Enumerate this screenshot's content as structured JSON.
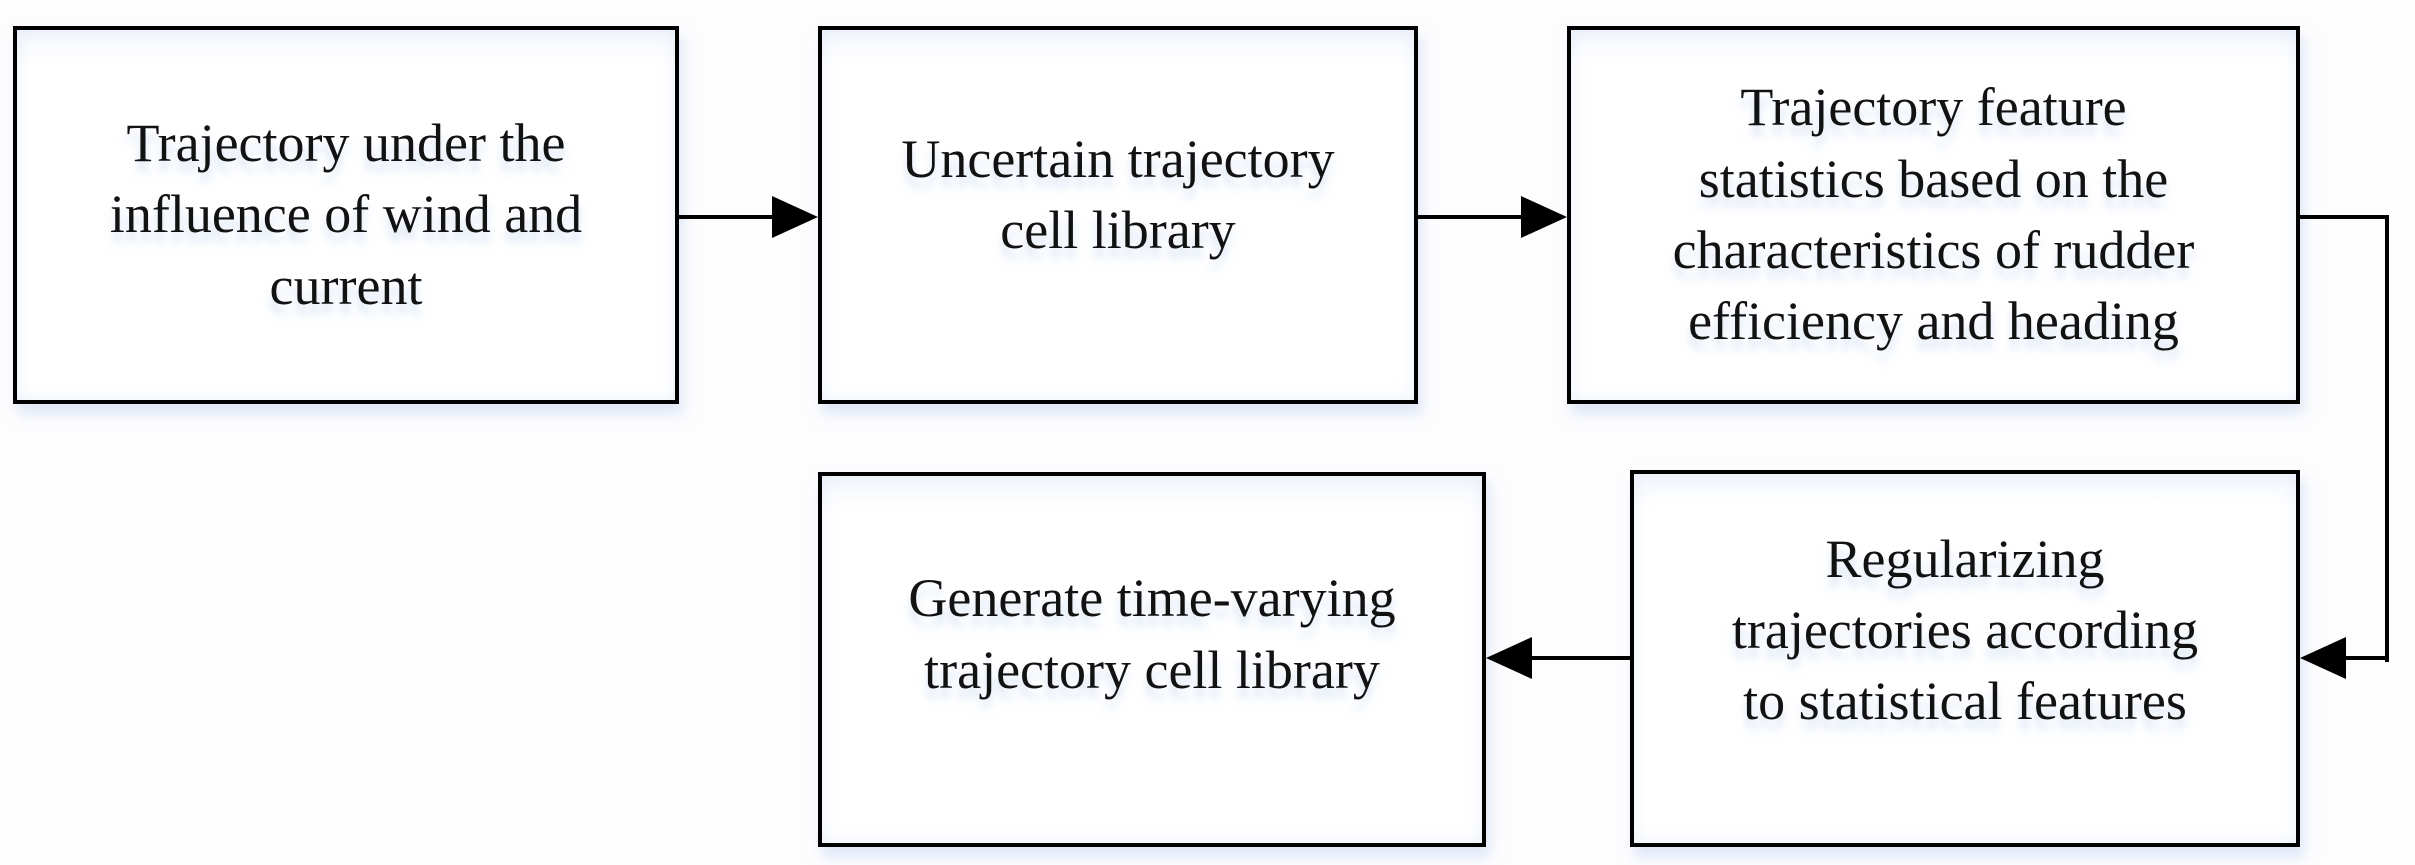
{
  "flowchart": {
    "nodes": [
      {
        "id": "box1",
        "label": "Trajectory under the\ninfluence of wind and\ncurrent"
      },
      {
        "id": "box2",
        "label": "Uncertain trajectory\ncell library"
      },
      {
        "id": "box3",
        "label": "Trajectory feature\nstatistics based on the\ncharacteristics of rudder\nefficiency and heading"
      },
      {
        "id": "box4",
        "label": "Regularizing\ntrajectories according\nto statistical features"
      },
      {
        "id": "box5",
        "label": "Generate time-varying\ntrajectory cell library"
      }
    ],
    "edges": [
      {
        "from": "box1",
        "to": "box2",
        "style": "straight",
        "direction": "right"
      },
      {
        "from": "box2",
        "to": "box3",
        "style": "straight",
        "direction": "right"
      },
      {
        "from": "box3",
        "to": "box4",
        "style": "elbow",
        "direction": "right-down-left"
      },
      {
        "from": "box4",
        "to": "box5",
        "style": "straight",
        "direction": "left"
      }
    ],
    "colors": {
      "box_border": "#000000",
      "box_fill": "#ffffff",
      "arrow": "#000000",
      "text": "#121212",
      "background": "#fdfdfe",
      "shadow_tint": "#c6d6f0"
    }
  }
}
